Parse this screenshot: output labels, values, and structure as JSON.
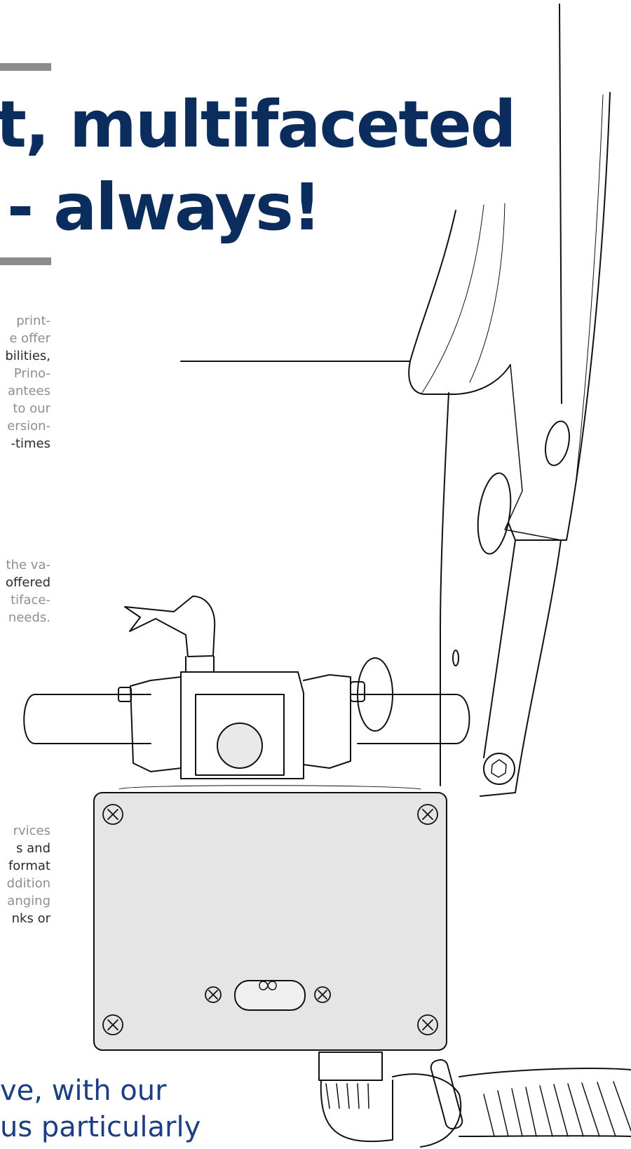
{
  "headline": {
    "line1": "t, multifaceted",
    "line2": "- always!"
  },
  "paragraphs": [
    {
      "lines": [
        {
          "text": "print-",
          "tone": "grey"
        },
        {
          "text": "e offer",
          "tone": "grey"
        },
        {
          "text": "bilities,",
          "tone": "dark"
        },
        {
          "text": "Prino-",
          "tone": "grey"
        },
        {
          "text": "antees",
          "tone": "grey"
        },
        {
          "text": "to our",
          "tone": "grey"
        },
        {
          "text": "ersion-",
          "tone": "grey"
        },
        {
          "text": "-times",
          "tone": "dark"
        }
      ]
    },
    {
      "lines": [
        {
          "text": "the va-",
          "tone": "grey"
        },
        {
          "text": "offered",
          "tone": "dark"
        },
        {
          "text": "tiface-",
          "tone": "grey"
        },
        {
          "text": "needs.",
          "tone": "grey"
        }
      ]
    },
    {
      "lines": [
        {
          "text": "rvices",
          "tone": "grey"
        },
        {
          "text": "s and",
          "tone": "mixed"
        },
        {
          "text": "format",
          "tone": "dark"
        },
        {
          "text": "ddition",
          "tone": "grey"
        },
        {
          "text": "anging",
          "tone": "grey"
        },
        {
          "text": "nks or",
          "tone": "dark"
        }
      ]
    }
  ],
  "bottom_text": {
    "line1": "ve, with our",
    "line2": "us particularly"
  },
  "colors": {
    "headline": "#0a2d5e",
    "accent_bar": "#8c8c8c",
    "grey_text": "#8f8f8f",
    "dark_text": "#2b2b2b",
    "bottom_text": "#1b3f82"
  }
}
